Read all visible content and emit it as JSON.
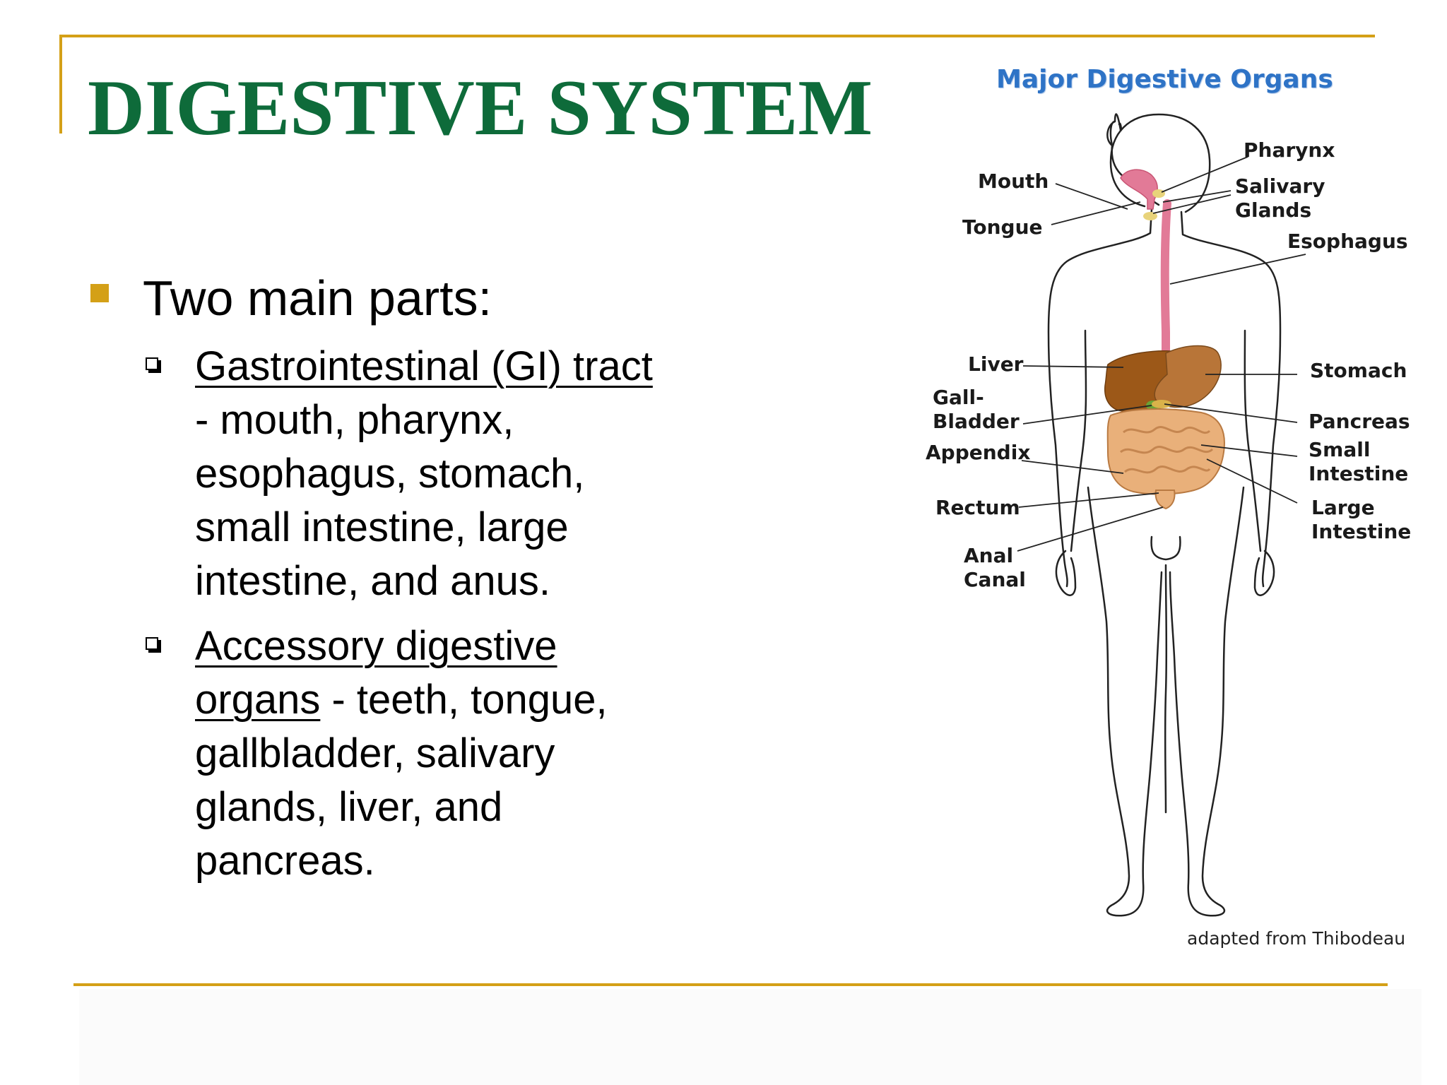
{
  "slide": {
    "title": "DIGESTIVE SYSTEM",
    "bullet": "Two main parts:",
    "sub_items": [
      {
        "term": "Gastrointestinal (GI) tract",
        "desc_lines": [
          "- mouth, pharynx,",
          "esophagus, stomach,",
          "small intestine, large",
          "intestine, and anus."
        ]
      },
      {
        "term_lines": [
          "Accessory digestive",
          "organs"
        ],
        "desc_first": " - teeth, tongue,",
        "desc_lines": [
          "gallbladder, salivary",
          "glands, liver, and",
          "pancreas."
        ]
      }
    ],
    "colors": {
      "title": "#0e6b3a",
      "accent": "#d4a017",
      "figure_title": "#2e73c6"
    }
  },
  "figure": {
    "title": "Major Digestive Organs",
    "labels": {
      "pharynx": "Pharynx",
      "salivary_1": "Salivary",
      "salivary_2": "Glands",
      "mouth": "Mouth",
      "tongue": "Tongue",
      "esophagus": "Esophagus",
      "liver": "Liver",
      "stomach": "Stomach",
      "gall_1": "Gall-",
      "gall_2": "Bladder",
      "pancreas": "Pancreas",
      "appendix": "Appendix",
      "small_1": "Small",
      "small_2": "Intestine",
      "rectum": "Rectum",
      "large_1": "Large",
      "large_2": "Intestine",
      "anal_1": "Anal",
      "anal_2": "Canal"
    },
    "credit": "adapted from Thibodeau"
  }
}
